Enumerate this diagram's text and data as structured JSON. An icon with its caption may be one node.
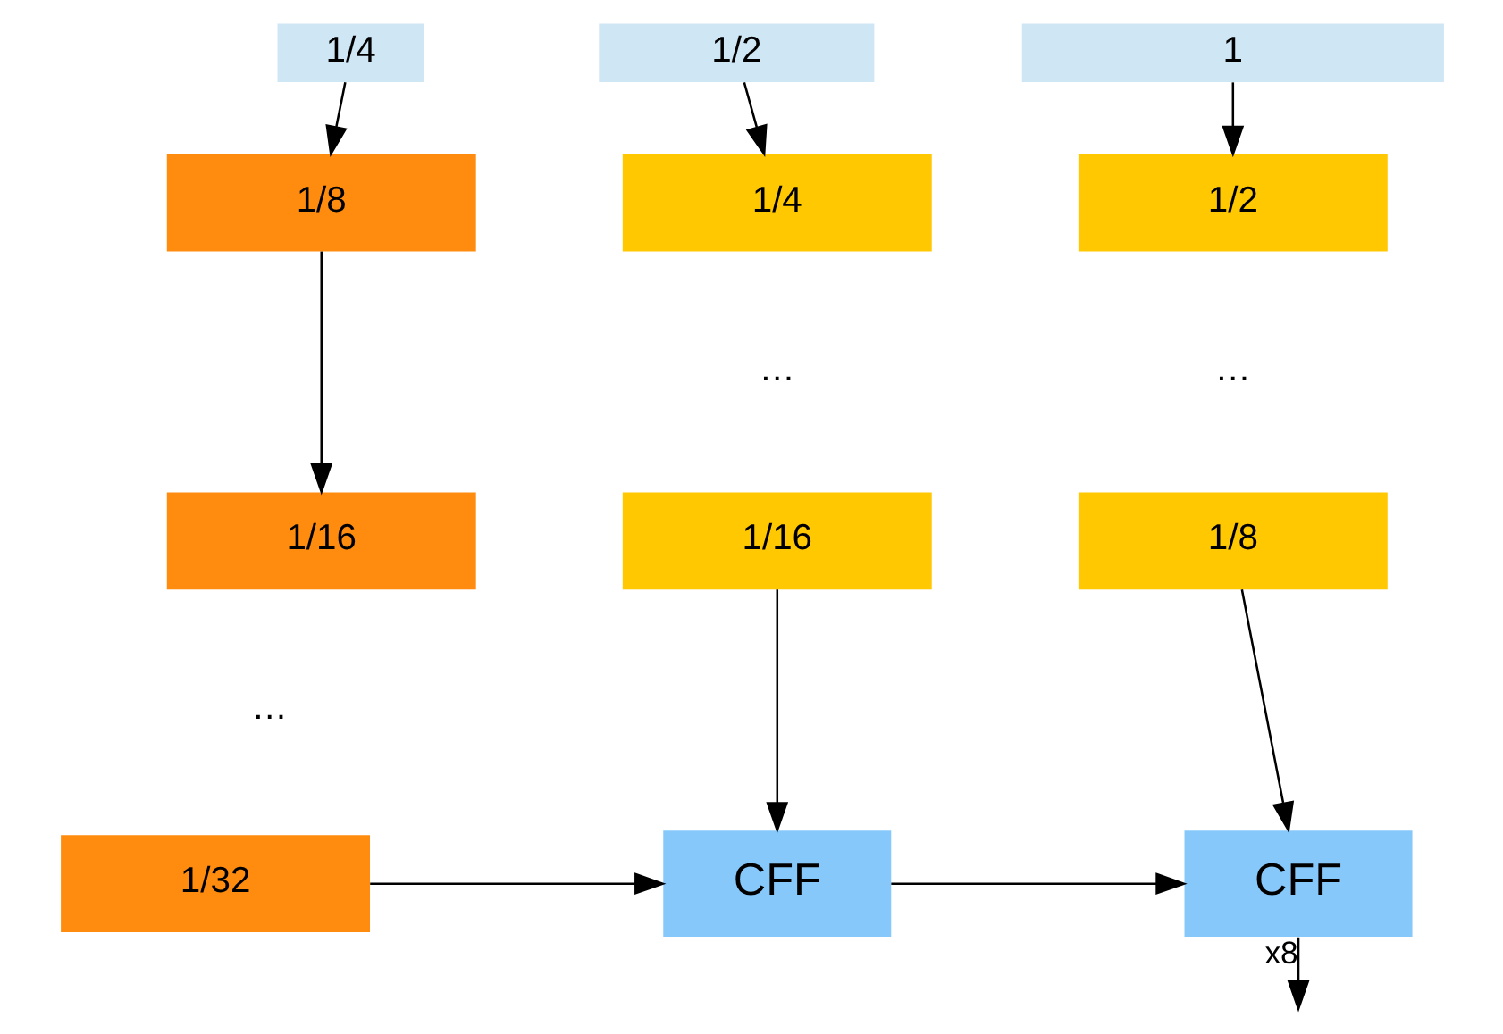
{
  "diagram": {
    "nodes": [
      {
        "text": [
          "1/4"
        ]
      },
      {
        "text": [
          "1/2"
        ]
      },
      {
        "text": [
          "1"
        ]
      },
      {
        "text": [
          "1/8"
        ]
      },
      {
        "text": [
          "1/4"
        ]
      },
      {
        "text": [
          "1/2"
        ]
      },
      {
        "text": [
          "1/16"
        ]
      },
      {
        "text": [
          "1/16"
        ]
      },
      {
        "text": [
          "1/8"
        ]
      },
      {
        "text": [
          "1/32"
        ]
      },
      {
        "text": [
          "CFF"
        ]
      },
      {
        "text": [
          "CFF"
        ]
      }
    ],
    "edges": [
      {
        "from": 0,
        "to": 3,
        "arrow": "to"
      },
      {
        "from": 1,
        "to": 4,
        "arrow": "to"
      },
      {
        "from": 2,
        "to": 5,
        "arrow": "to"
      },
      {
        "from": 3,
        "to": 6,
        "arrow": "to"
      },
      {
        "from": 7,
        "to": 10,
        "arrow": "to"
      },
      {
        "from": 8,
        "to": 11,
        "arrow": "to"
      },
      {
        "from": 9,
        "to": 10,
        "arrow": "to"
      },
      {
        "from": 10,
        "to": 11,
        "arrow": "to"
      },
      {
        "from": 11,
        "to": null,
        "arrow": "to",
        "label": "x8"
      }
    ],
    "labels": [
      "…",
      "…",
      "…"
    ]
  }
}
